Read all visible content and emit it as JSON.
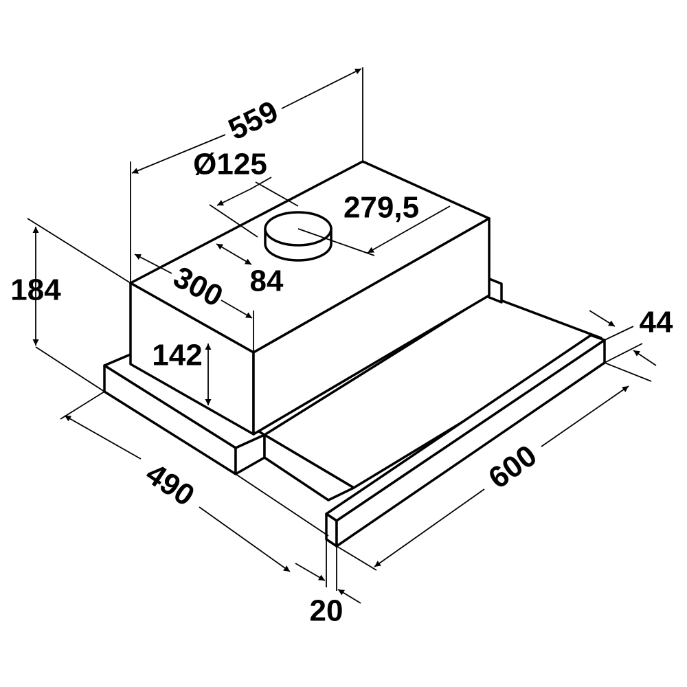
{
  "labels": {
    "width_top": "559",
    "duct_diameter": "Ø125",
    "duct_offset_right": "279,5",
    "duct_offset_front": "84",
    "front_section_depth": "300",
    "total_height": "184",
    "body_height": "142",
    "depth": "490",
    "width_front": "600",
    "visor_thickness": "44",
    "visor_lip": "20"
  },
  "colors": {
    "line": "#000000",
    "background": "#ffffff"
  }
}
